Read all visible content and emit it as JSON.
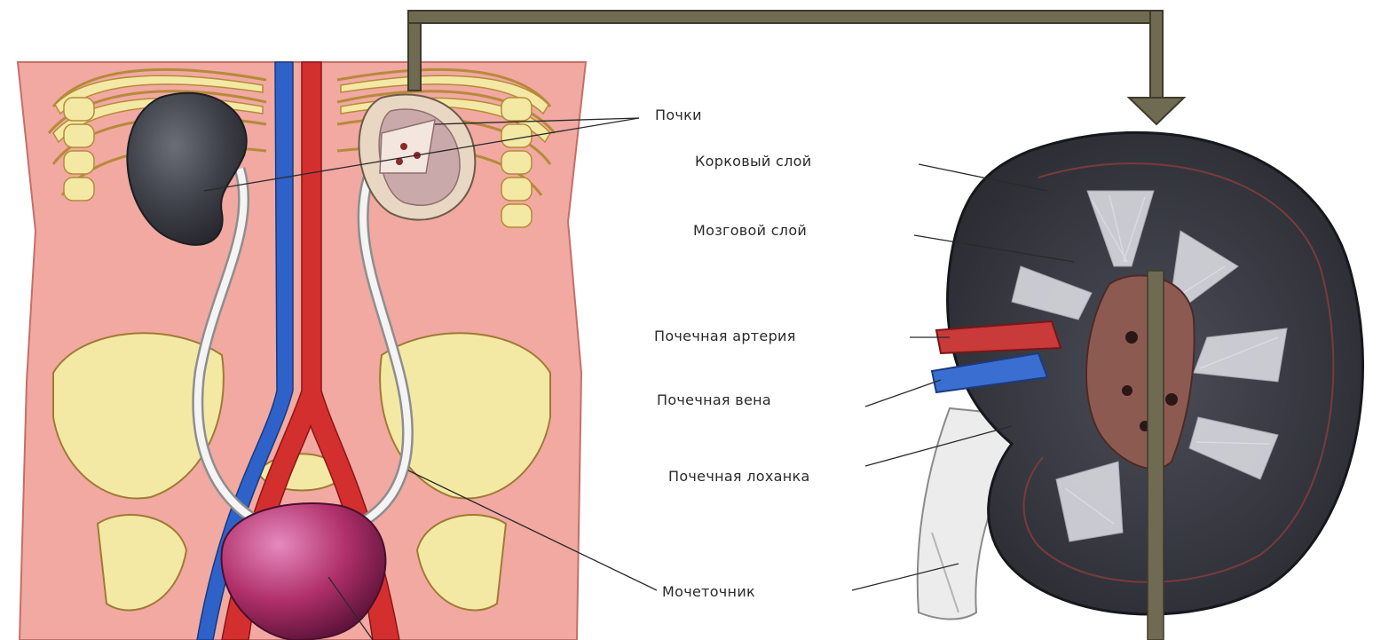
{
  "labels": {
    "kidneys": "Почки",
    "cortex": "Корковый слой",
    "medulla": "Мозговой слой",
    "renal_artery": "Почечная артерия",
    "renal_vein": "Почечная вена",
    "renal_pelvis": "Почечная лоханка",
    "ureter": "Мочеточник"
  },
  "colors": {
    "skin": "#f1a9a2",
    "bone": "#f3e9a4",
    "kidney_dark": "#3d3f47",
    "artery": "#d42f2f",
    "vein": "#2f62c8",
    "bladder": "#b0306a",
    "frame": "#6f6a52"
  }
}
